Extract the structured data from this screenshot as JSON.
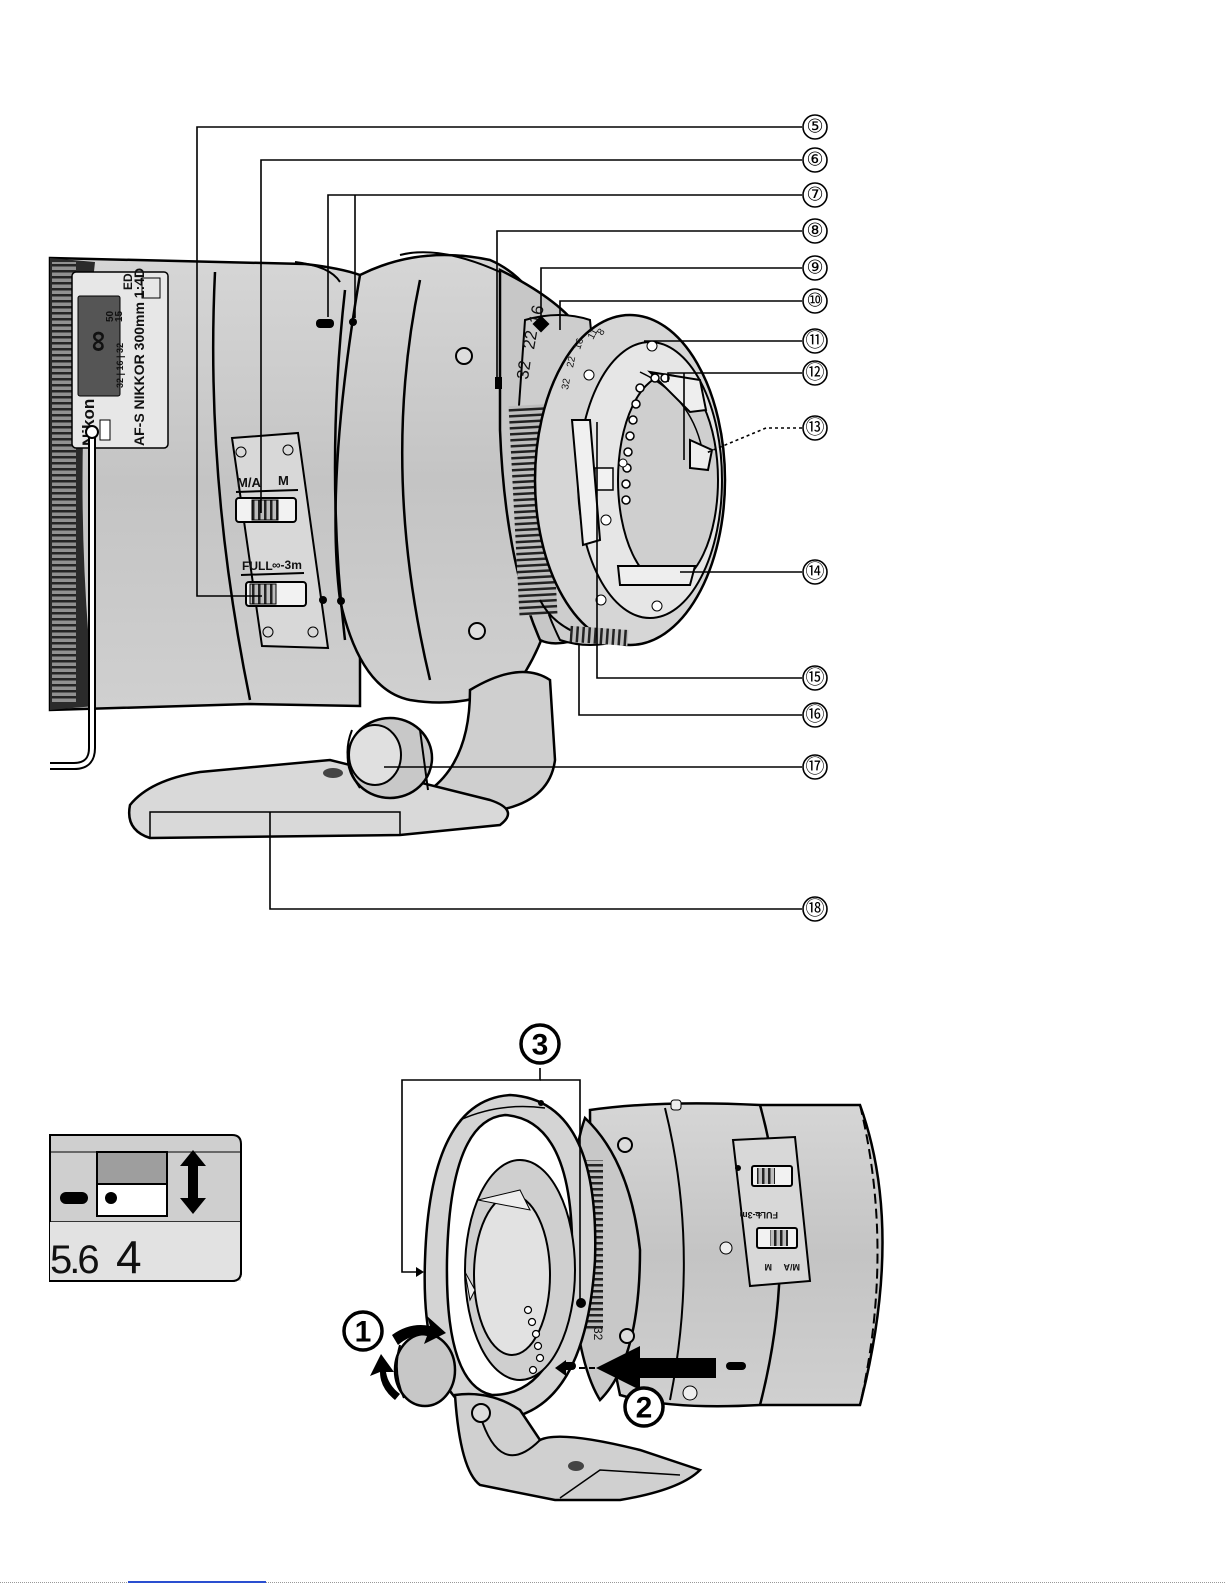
{
  "callouts_top": [
    {
      "id": "c5",
      "label": "⑤"
    },
    {
      "id": "c6",
      "label": "⑥"
    },
    {
      "id": "c7",
      "label": "⑦"
    },
    {
      "id": "c8",
      "label": "⑧"
    },
    {
      "id": "c9",
      "label": "⑨"
    },
    {
      "id": "c10",
      "label": "⑩"
    },
    {
      "id": "c11",
      "label": "⑪"
    },
    {
      "id": "c12",
      "label": "⑫"
    },
    {
      "id": "c13",
      "label": "⑬"
    },
    {
      "id": "c14",
      "label": "⑭"
    },
    {
      "id": "c15",
      "label": "⑮"
    },
    {
      "id": "c16",
      "label": "⑯"
    },
    {
      "id": "c17",
      "label": "⑰"
    },
    {
      "id": "c18",
      "label": "⑱"
    }
  ],
  "lens_label": {
    "brand": "Nikon",
    "model": "AF-S NIKKOR 300mm 1:4D",
    "ed": "ED",
    "infinity": "∞",
    "dist_50": "50",
    "dist_15": "15",
    "small_scale": "32 | 16 | 32"
  },
  "switches": {
    "focus_mode_left": "M/A",
    "focus_mode_right": "M",
    "limiter_left": "FULL",
    "limiter_right": "∞-3m"
  },
  "aperture_ring": {
    "numbers_large": [
      "32",
      "22",
      "16"
    ],
    "numbers_small": [
      "32",
      "22",
      "16",
      "11",
      "8"
    ]
  },
  "inset": {
    "aperture_values": [
      "5.6",
      "4"
    ]
  },
  "callouts_bottom": [
    {
      "id": "b1",
      "label": "1"
    },
    {
      "id": "b2",
      "label": "2"
    },
    {
      "id": "b3",
      "label": "3"
    }
  ],
  "bottom_lens": {
    "limiter_left": "FULL",
    "limiter_right": "∞-3m",
    "focus_mode_left": "M/A",
    "focus_mode_right": "M",
    "ring_number": "32"
  },
  "colors": {
    "lens_body": "#c9c9c9",
    "lens_dark": "#8a8a8a",
    "line": "#000000",
    "background": "#ffffff"
  }
}
